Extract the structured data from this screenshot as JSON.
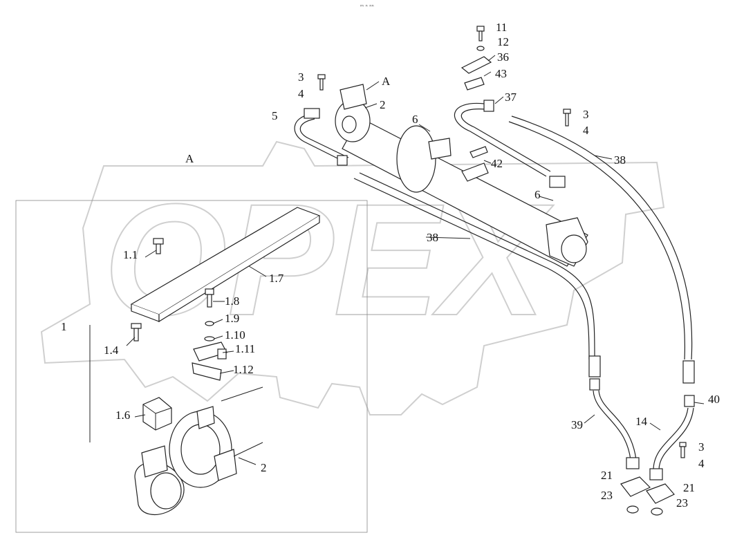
{
  "watermark": "OPEX",
  "top_mark": "ᵐ ⁿ ⁿⁿ",
  "view_label": "A",
  "callouts": {
    "c1": "1",
    "c1_1": "1.1",
    "c1_4": "1.4",
    "c1_6": "1.6",
    "c1_7": "1.7",
    "c1_8": "1.8",
    "c1_9": "1.9",
    "c1_10": "1.10",
    "c1_11": "1.11",
    "c1_12": "1.12",
    "c2a": "2",
    "c2b": "2",
    "c3a": "3",
    "c3b": "3",
    "c3c": "3",
    "c4a": "4",
    "c4b": "4",
    "c4c": "4",
    "c5": "5",
    "c6a": "6",
    "c6b": "6",
    "c11": "11",
    "c12": "12",
    "c14": "14",
    "c21a": "21",
    "c21b": "21",
    "c23a": "23",
    "c23b": "23",
    "c36": "36",
    "c37": "37",
    "c38a": "38",
    "c38b": "38",
    "c39": "39",
    "c40": "40",
    "c42": "42",
    "c43": "43",
    "cA": "A",
    "cA2": "A"
  }
}
